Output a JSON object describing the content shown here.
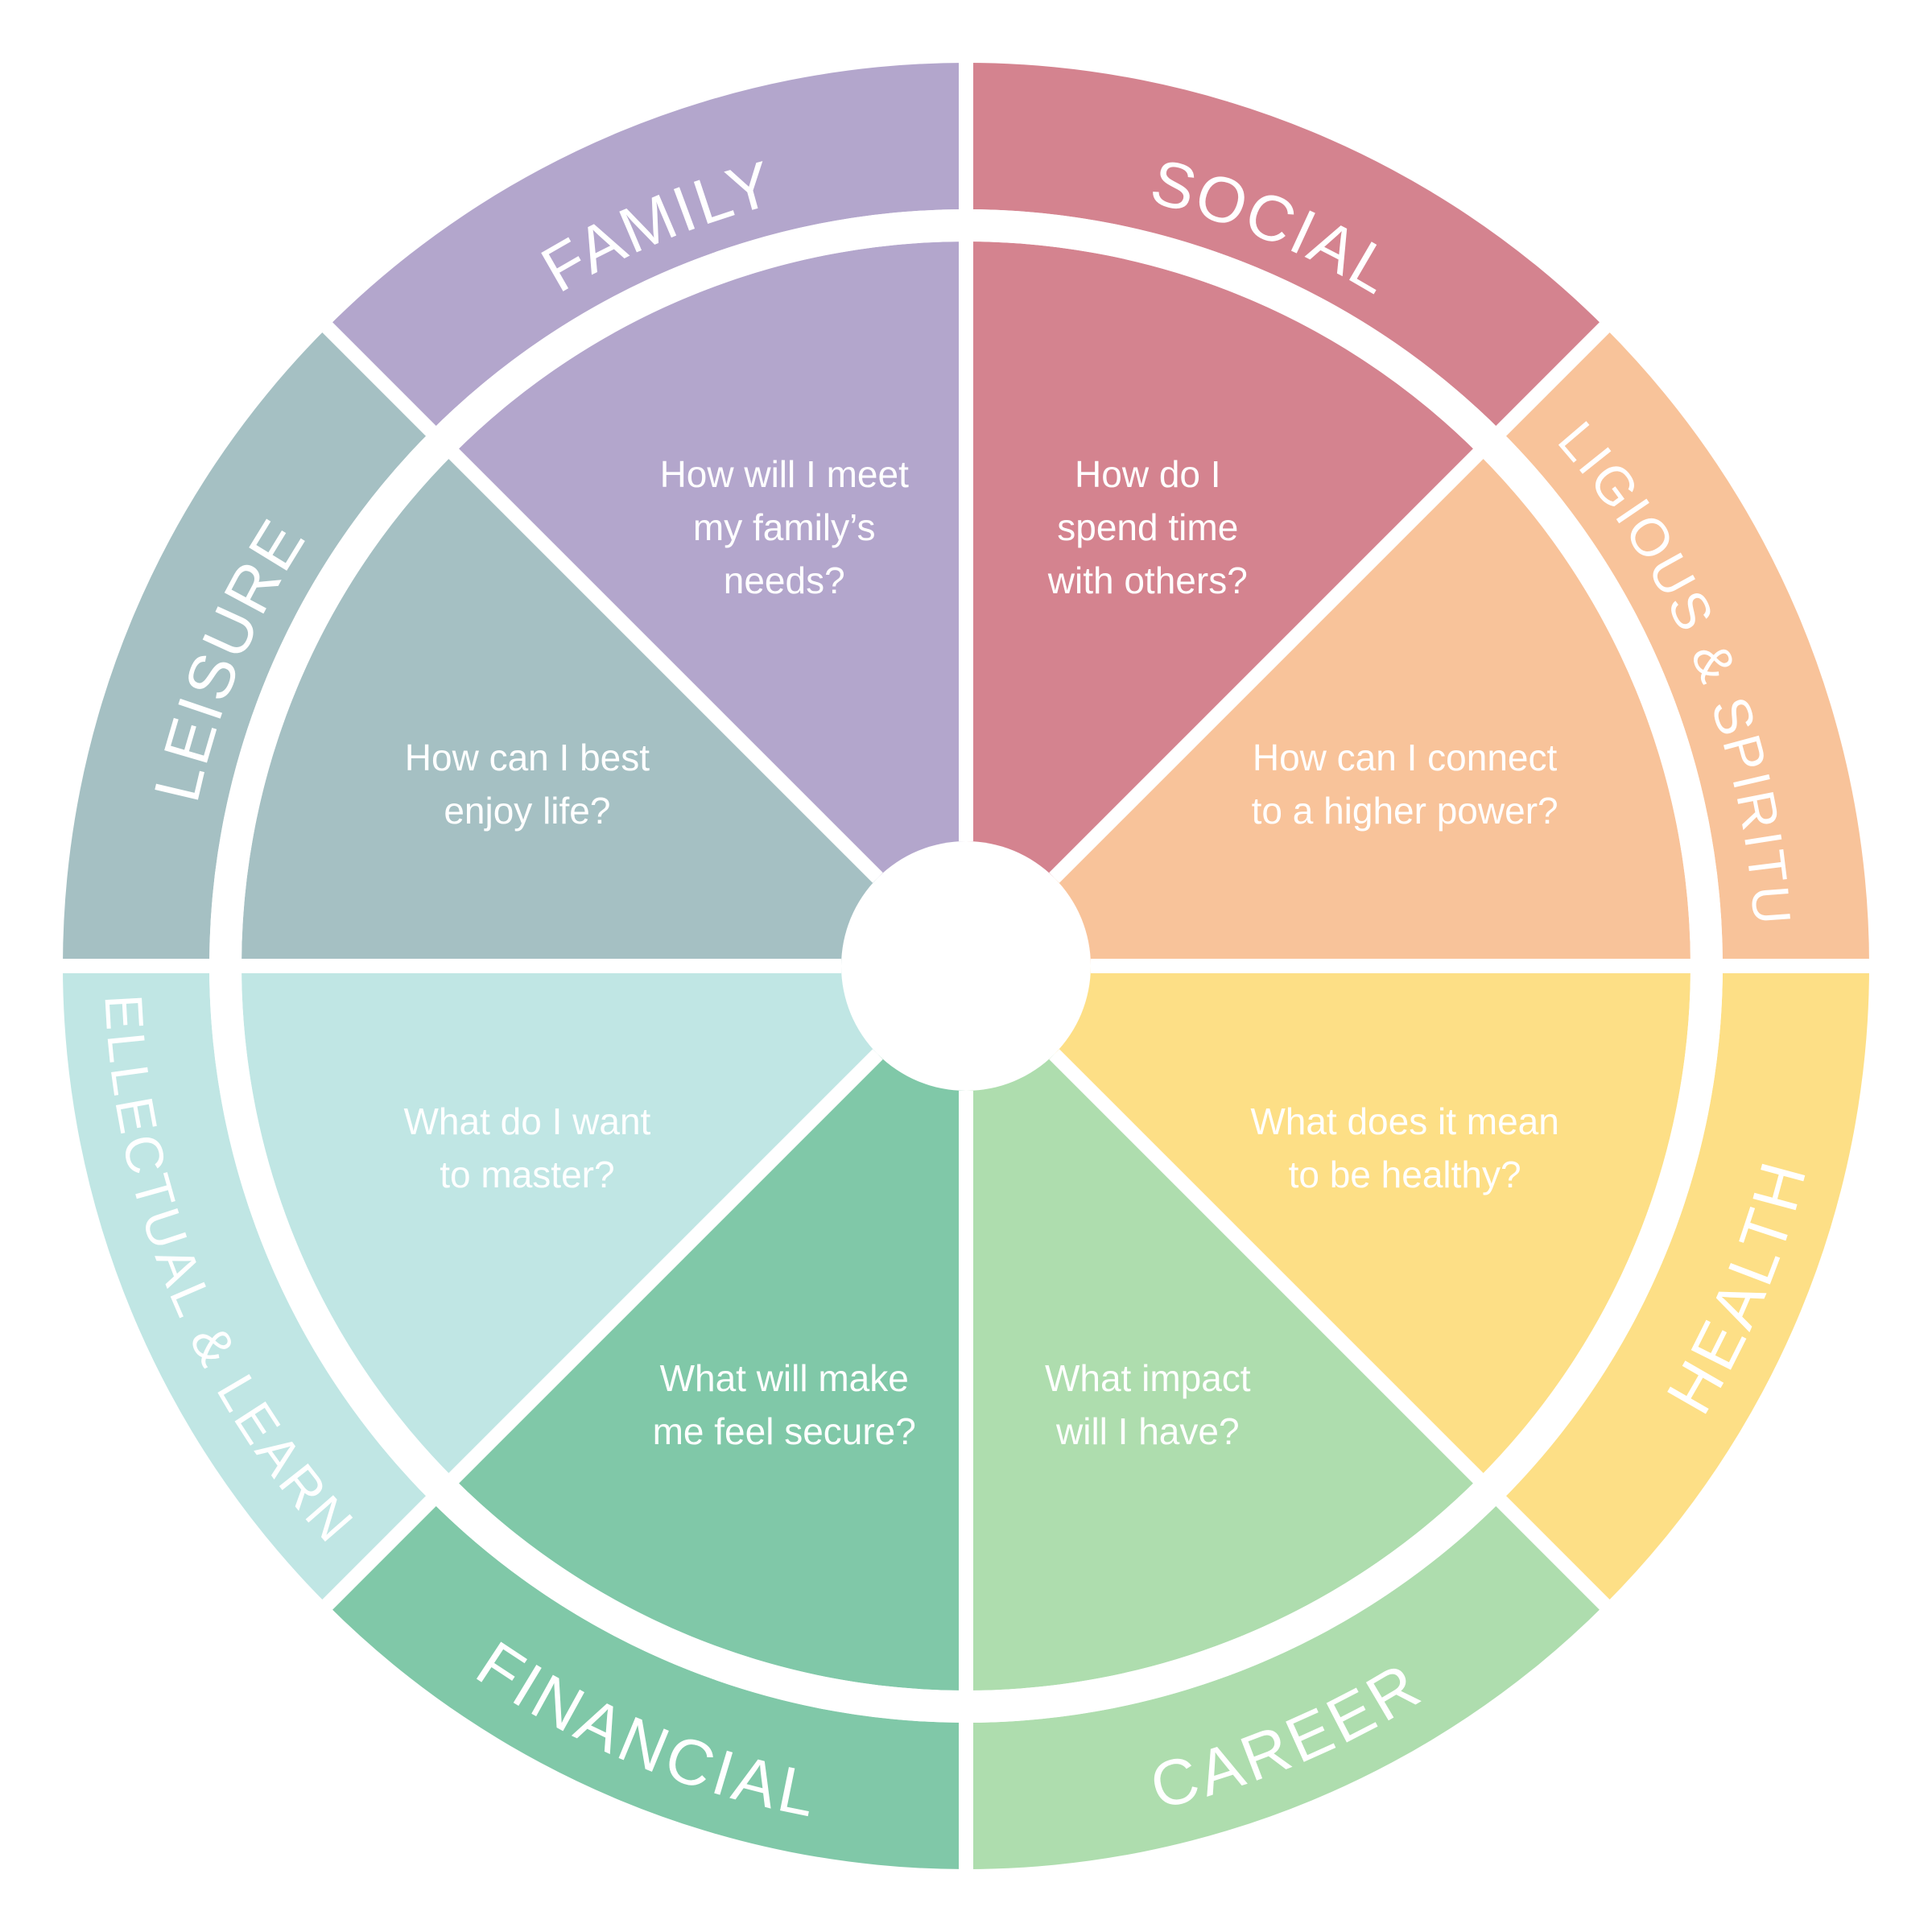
{
  "segments": [
    {
      "name": "Social",
      "label": "SOCIAL",
      "question": [
        "How do I",
        "spend time",
        "with others?"
      ],
      "color": "#D4838F"
    },
    {
      "name": "Religious & Spiritual",
      "label": "RELIGIOUS & SPIRITUAL",
      "question": [
        "How can I connect",
        "to a higher power?"
      ],
      "color": "#F8C39A"
    },
    {
      "name": "Health",
      "label": "HEALTH",
      "question": [
        "What does it mean",
        "to be healthy?"
      ],
      "color": "#FDDF86"
    },
    {
      "name": "Career",
      "label": "CAREER",
      "question": [
        "What impact",
        "will I have?"
      ],
      "color": "#AEDDAE"
    },
    {
      "name": "Financial",
      "label": "FINANCIAL",
      "question": [
        "What will make",
        "me feel secure?"
      ],
      "color": "#80C8A8"
    },
    {
      "name": "Intellectual & Learning",
      "label": "INTELLECTUAL & LEARNING",
      "question": [
        "What do I want",
        "to master?"
      ],
      "color": "#C0E6E4"
    },
    {
      "name": "Leisure",
      "label": "LEISURE",
      "question": [
        "How can I best",
        "enjoy life?"
      ],
      "color": "#A5C0C3"
    },
    {
      "name": "Family",
      "label": "FAMILY",
      "question": [
        "How will I meet",
        "my family’s",
        "needs?"
      ],
      "color": "#B3A6CC"
    }
  ]
}
